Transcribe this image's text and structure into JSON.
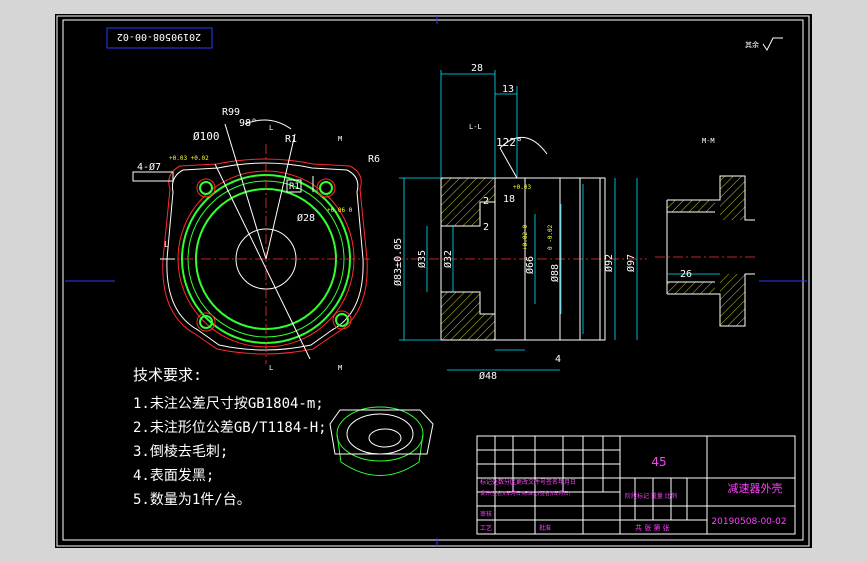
{
  "drawing_number_stamp": "20190508-00-02",
  "roughness_note": "其余",
  "section_labels": {
    "side": "L-L",
    "right": "M-M",
    "mark_m": "M",
    "mark_l": "L"
  },
  "left_view": {
    "dims": {
      "r99": "R99",
      "angle98": "98°",
      "r1_top": "R1",
      "phi100": "Ø100",
      "r6": "R6",
      "holes": "4-Ø7",
      "holes_tol": "+0.03 +0.02",
      "r1_mid": "R1",
      "phi28": "Ø28",
      "phi28_tol": "+0.06 0"
    }
  },
  "section_view": {
    "dims": {
      "d28": "28",
      "d13": "13",
      "ang122": "122°",
      "d2a": "2",
      "d2b": "2",
      "d18": "18",
      "tol18": "+0.03",
      "phi83": "Ø83±0.05",
      "phi35": "Ø35",
      "phi32": "Ø32",
      "phi66": "Ø66",
      "phi66_tol": "+0.02 0",
      "phi88": "Ø88",
      "phi88_tol": "0 -0.02",
      "phi92": "Ø92",
      "phi97": "Ø97",
      "d4": "4",
      "phi48": "Ø48"
    }
  },
  "right_view": {
    "dims": {
      "d26": "26"
    }
  },
  "tech_requirements": {
    "title": "技术要求:",
    "items": [
      "1.未注公差尺寸按GB1804-m;",
      "2.未注形位公差GB/T1184-H;",
      "3.倒棱去毛刺;",
      "4.表面发黑;",
      "5.数量为1件/台。"
    ]
  },
  "title_block": {
    "material": "45",
    "part_name": "减速器外壳",
    "drawing_no": "20190508-00-02",
    "row_labels": [
      "标记处数分区更改文件号签名年月日",
      "设计(签名)(年月日)标准化(签名)(年月日)",
      "审核",
      "工艺",
      "批准"
    ],
    "stage_label": "阶段标记 重量 比例",
    "sheet_label": "共 张 第 张"
  }
}
